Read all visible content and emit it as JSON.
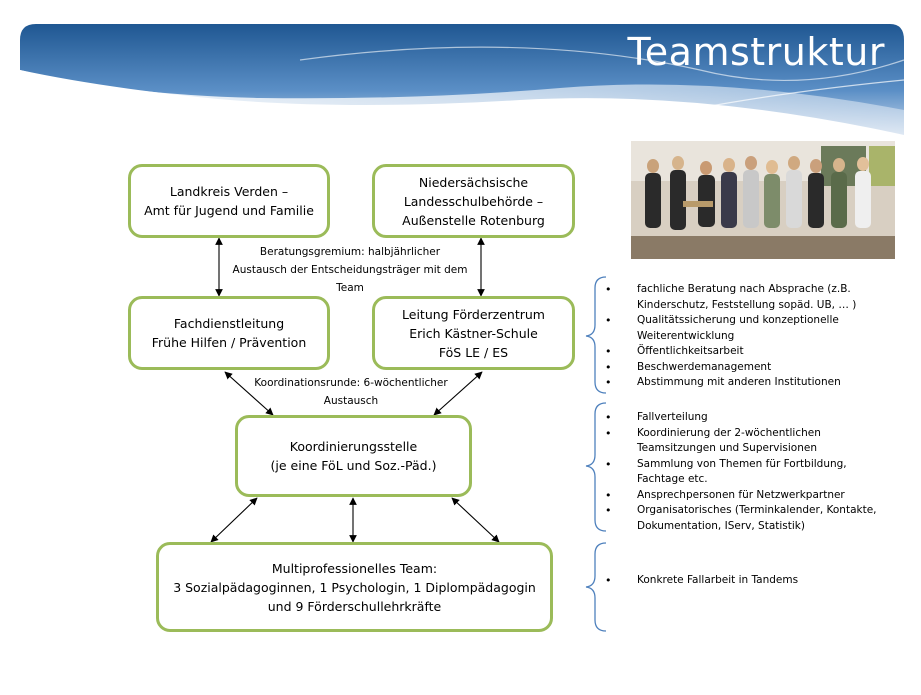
{
  "header": {
    "title": "Teamstruktur"
  },
  "boxes": {
    "landkreis": [
      "Landkreis Verden –",
      "Amt für Jugend und Familie"
    ],
    "landesschulbehoerde": [
      "Niedersächsische",
      "Landesschulbehörde –",
      "Außenstelle Rotenburg"
    ],
    "fachdienstleitung": [
      "Fachdienstleitung",
      "Frühe Hilfen / Prävention"
    ],
    "leitung": [
      "Leitung Förderzentrum",
      "Erich Kästner-Schule",
      "FöS LE / ES"
    ],
    "koordinierung": [
      "Koordinierungsstelle",
      "(je eine FöL und Soz.-Päd.)"
    ],
    "team": [
      "Multiprofessionelles Team:",
      "3 Sozialpädagoginnen, 1 Psychologin, 1 Diplompädagogin",
      "und 9 Förderschullehrkräfte"
    ]
  },
  "notes": {
    "beratung": [
      "Beratungsgremium: halbjährlicher",
      "Austausch der Entscheidungsträger mit dem",
      "Team"
    ],
    "koordination": [
      "Koordinationsrunde: 6-wöchentlicher",
      "Austausch"
    ]
  },
  "lists": {
    "leitung_tasks": [
      "fachliche Beratung nach Absprache (z.B. Kinderschutz, Feststellung sopäd. UB, … )",
      "Qualitätssicherung und konzeptionelle Weiterentwicklung",
      "Öffentlichkeitsarbeit",
      "Beschwerdemanagement",
      "Abstimmung mit anderen Institutionen"
    ],
    "koordinierung_tasks": [
      "Fallverteilung",
      "Koordinierung der 2-wöchentlichen Teamsitzungen und Supervisionen",
      "Sammlung von Themen für Fortbildung, Fachtage etc.",
      "Ansprechpersonen für Netzwerkpartner",
      "Organisatorisches (Terminkalender, Kontakte, Dokumentation, IServ, Statistik)"
    ],
    "team_tasks": [
      "Konkrete Fallarbeit in Tandems"
    ]
  },
  "photo": {
    "icon": "team-photo"
  },
  "colors": {
    "box_border": "#9bbb59",
    "banner": "#2e6aa6",
    "bracket": "#4f81bd"
  }
}
